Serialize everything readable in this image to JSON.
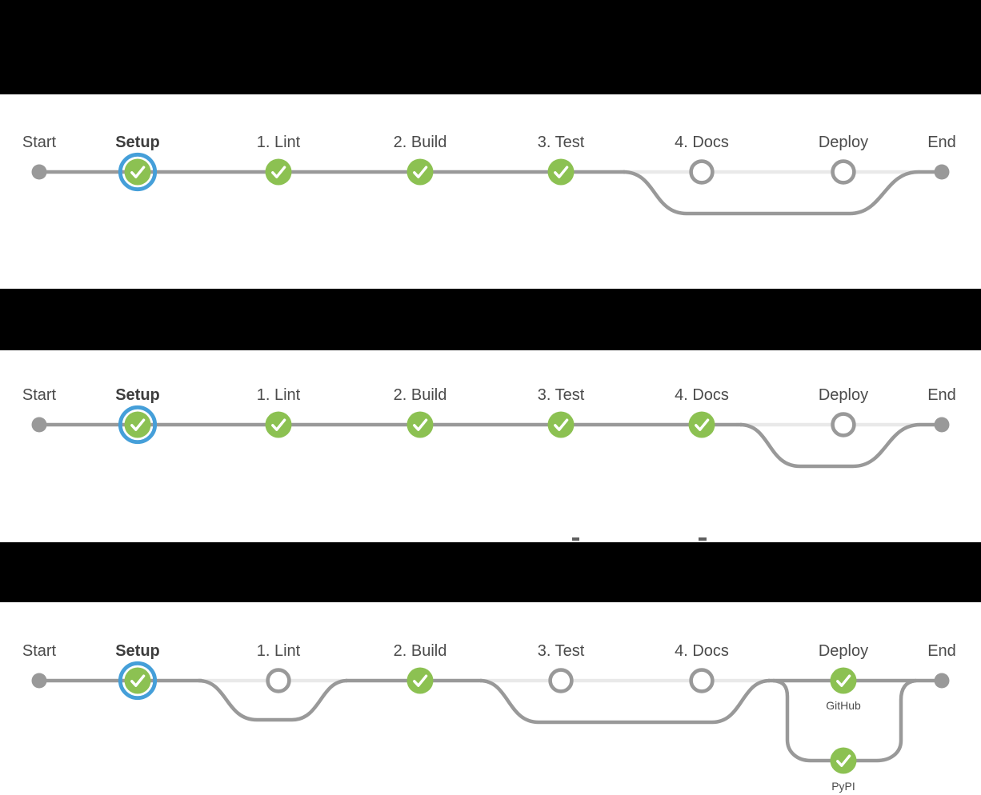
{
  "colors": {
    "background": "#000000",
    "panel": "#ffffff",
    "line-dark": "#999999",
    "line-light": "#e9e9e9",
    "node-green": "#8cc152",
    "ring-blue": "#459fd9",
    "node-pending-ring": "#999999",
    "check": "#ffffff",
    "label": "#4b4b4b"
  },
  "pipelines": [
    {
      "name": "pipeline-docs-and-deploy-skipped",
      "nodes": [
        {
          "label": "Start",
          "state": "terminal"
        },
        {
          "label": "Setup",
          "state": "completed-current"
        },
        {
          "label": "1. Lint",
          "state": "completed"
        },
        {
          "label": "2. Build",
          "state": "completed"
        },
        {
          "label": "3. Test",
          "state": "completed"
        },
        {
          "label": "4. Docs",
          "state": "skipped"
        },
        {
          "label": "Deploy",
          "state": "skipped"
        },
        {
          "label": "End",
          "state": "terminal"
        }
      ]
    },
    {
      "name": "pipeline-deploy-skipped",
      "nodes": [
        {
          "label": "Start",
          "state": "terminal"
        },
        {
          "label": "Setup",
          "state": "completed-current"
        },
        {
          "label": "1. Lint",
          "state": "completed"
        },
        {
          "label": "2. Build",
          "state": "completed"
        },
        {
          "label": "3. Test",
          "state": "completed"
        },
        {
          "label": "4. Docs",
          "state": "completed"
        },
        {
          "label": "Deploy",
          "state": "skipped"
        },
        {
          "label": "End",
          "state": "terminal"
        }
      ]
    },
    {
      "name": "pipeline-build-and-deploy-only",
      "nodes": [
        {
          "label": "Start",
          "state": "terminal"
        },
        {
          "label": "Setup",
          "state": "completed-current"
        },
        {
          "label": "1. Lint",
          "state": "skipped"
        },
        {
          "label": "2. Build",
          "state": "completed"
        },
        {
          "label": "3. Test",
          "state": "skipped"
        },
        {
          "label": "4. Docs",
          "state": "skipped"
        },
        {
          "label": "Deploy",
          "state": "completed"
        },
        {
          "label": "End",
          "state": "terminal"
        }
      ],
      "deploy_targets": [
        {
          "label": "GitHub",
          "state": "completed"
        },
        {
          "label": "PyPI",
          "state": "completed"
        }
      ]
    }
  ]
}
